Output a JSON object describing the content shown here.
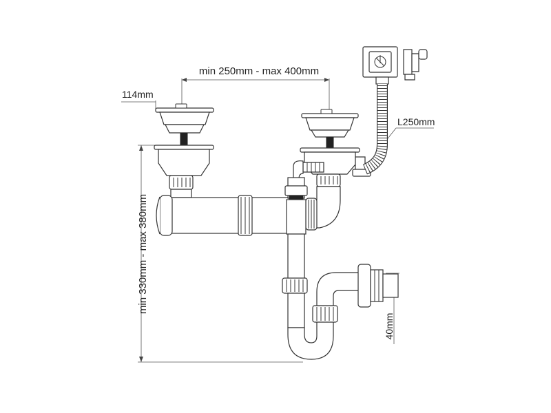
{
  "dimensions": {
    "strainer_diameter": "114mm",
    "bowl_spacing": "min 250mm - max 400mm",
    "overflow_hose_length": "L250mm",
    "trap_height": "min 330mm - max 380mm",
    "outlet_diameter": "40mm"
  }
}
